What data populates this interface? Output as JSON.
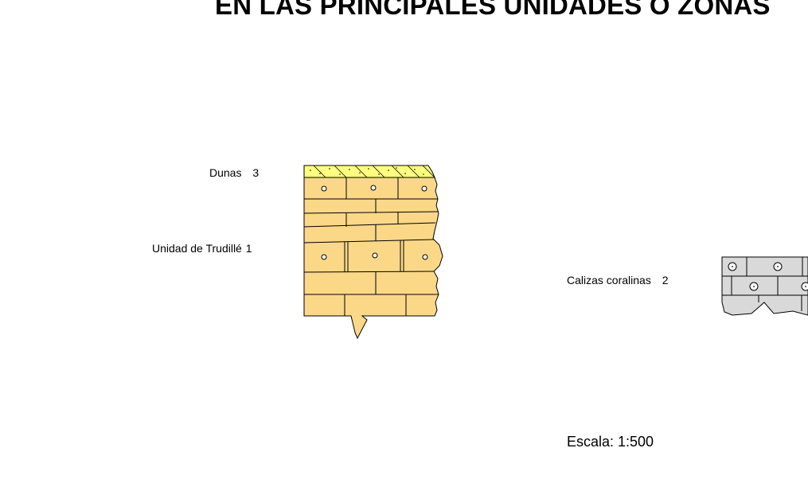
{
  "title": "EN LAS PRINCIPALES UNIDADES O ZONAS",
  "units": [
    {
      "name": "Dunas",
      "number": "3"
    },
    {
      "name": "Unidad de Trudillé",
      "number": "1"
    },
    {
      "name": "Calizas coralinas",
      "number": "2"
    }
  ],
  "scale_label": "Escala: 1:500",
  "colors": {
    "limestone_yellow": "#fad888",
    "dune_yellow": "#ffff80",
    "coral_gray": "#d9d9d9",
    "stroke": "#000000"
  }
}
